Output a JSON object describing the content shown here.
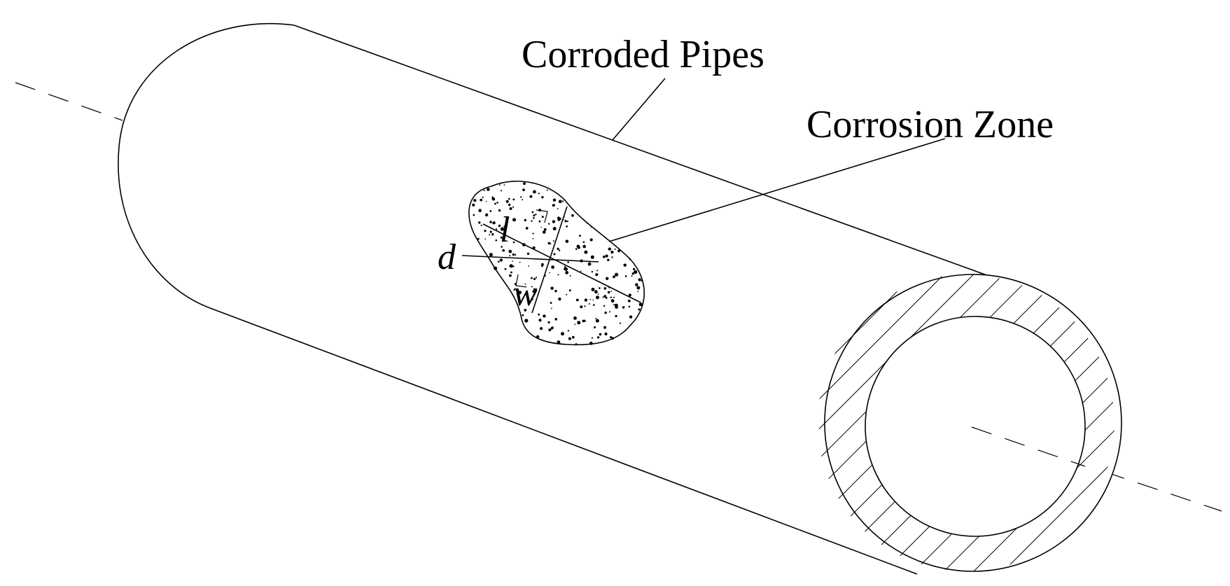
{
  "labels": {
    "pipe": "Corroded Pipes",
    "zone": "Corrosion Zone",
    "length": "l",
    "width": "w",
    "depth": "d"
  },
  "colors": {
    "line": "#000000",
    "background": "#ffffff"
  }
}
